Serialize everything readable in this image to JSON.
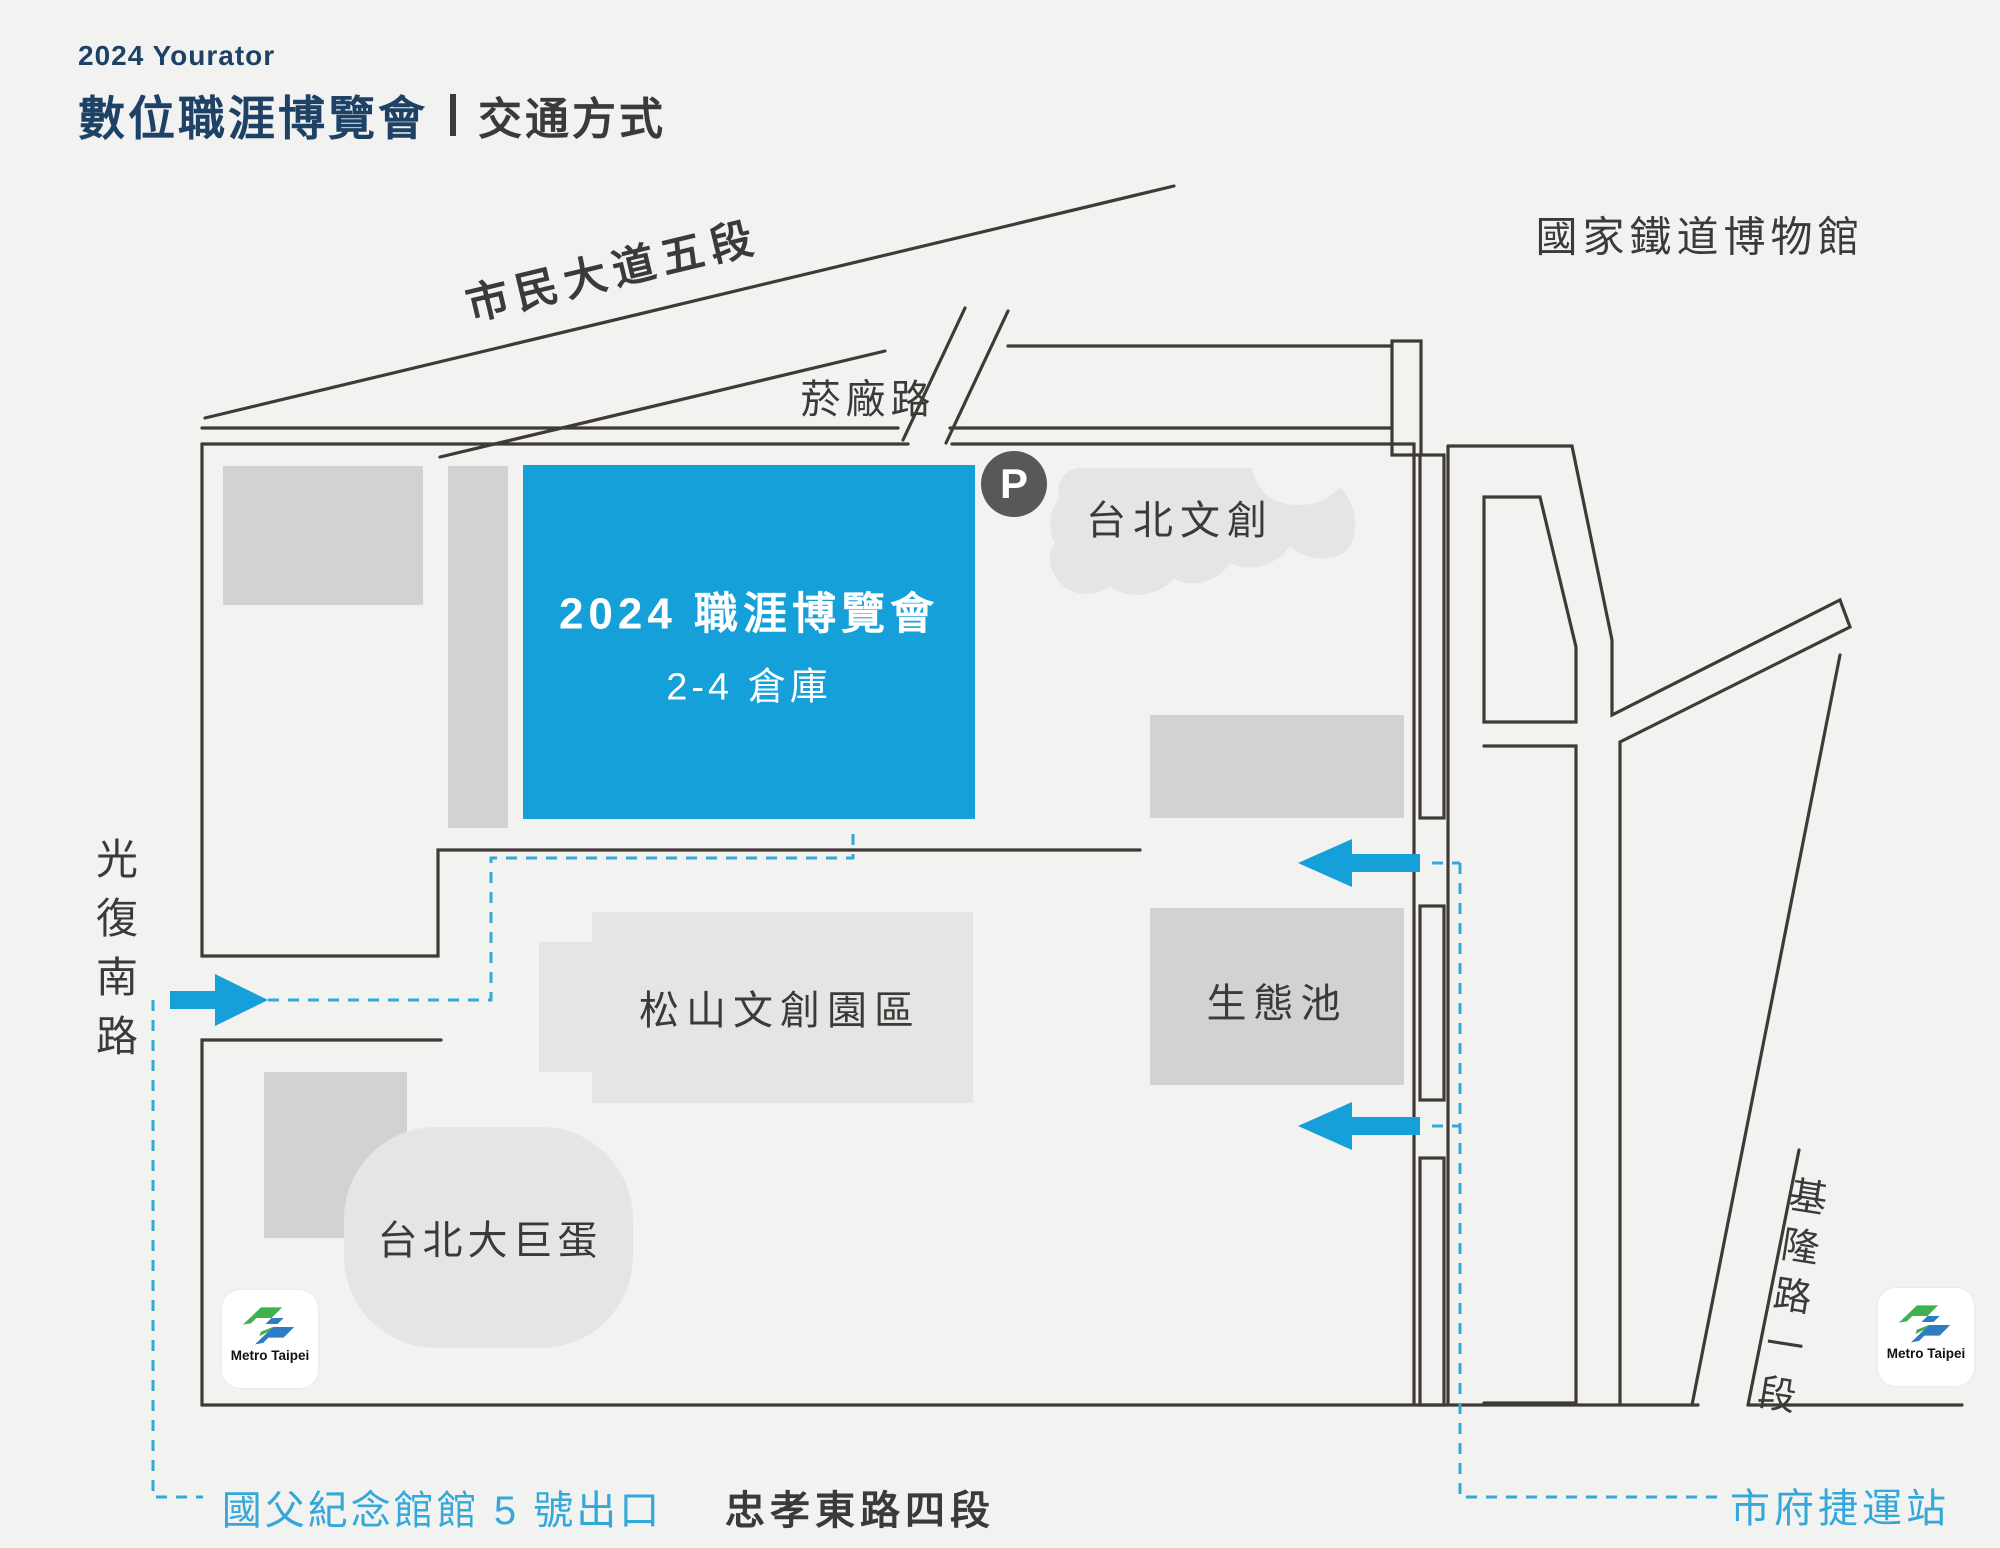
{
  "title": {
    "line1": "2024 Yourator",
    "line2": "數位職涯博覽會",
    "separator": "|",
    "line3": "交通方式"
  },
  "map": {
    "roads": {
      "civic_blvd": "市民大道五段",
      "yanchang_rd": "菸廠路",
      "guangfu_s_rd": "光復南路",
      "zhongxiao_e_rd": "忠孝東路四段",
      "keelung_rd": "基隆路一段"
    },
    "places": {
      "venue_line1": "2024 職涯博覽會",
      "venue_line2": "2-4 倉庫",
      "taipei_new_horizon": "台北文創",
      "railway_museum": "國家鐵道博物館",
      "songshan_park": "松山文創園區",
      "eco_pond": "生態池",
      "taipei_dome": "台北大巨蛋"
    },
    "transit": {
      "parking": "P",
      "metro_logo_text": "Metro Taipei",
      "srys_exit": "國父紀念館館 5 號出口",
      "city_hall_station": "市府捷運站"
    }
  },
  "colors": {
    "bg": "#f2f2f1",
    "navy": "#1e4166",
    "ink": "#3a3a38",
    "road": "#3f3a37",
    "blue": "#16a0d9",
    "dash": "#35a8da",
    "gray-dark": "#d0d3d2",
    "gray-light": "#e5e6e3",
    "pcircle": "#595757",
    "metro-green": "#3eb24c",
    "metro-blue": "#2f7cc3"
  }
}
